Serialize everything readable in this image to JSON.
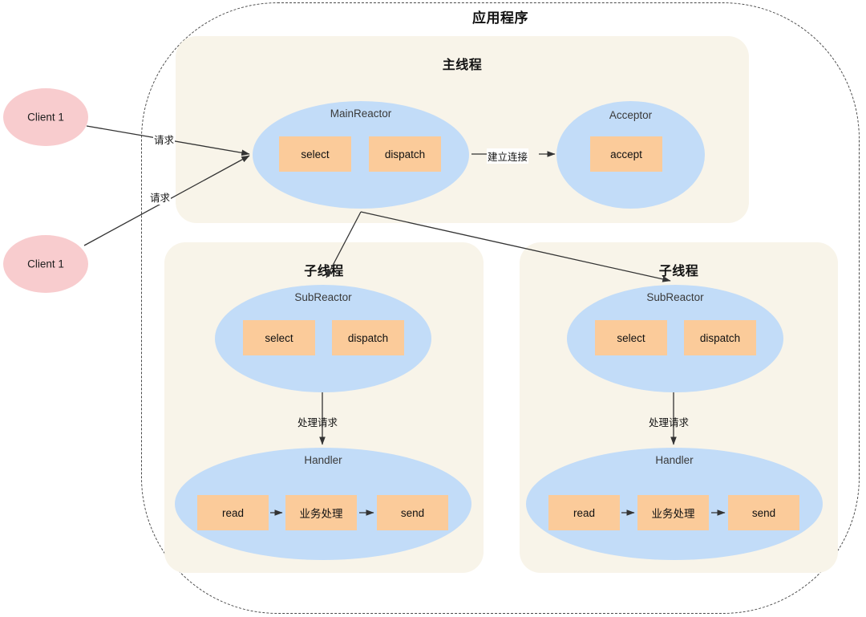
{
  "app": {
    "title": "应用程序"
  },
  "clients": [
    {
      "label": "Client 1"
    },
    {
      "label": "Client 1"
    }
  ],
  "edges": {
    "request_top": "请求",
    "request_bottom": "请求",
    "establish_connection": "建立连接",
    "handle_request_left": "处理请求",
    "handle_request_right": "处理请求"
  },
  "main_thread": {
    "title": "主线程",
    "main_reactor": {
      "label": "MainReactor",
      "boxes": [
        {
          "label": "select"
        },
        {
          "label": "dispatch"
        }
      ]
    },
    "acceptor": {
      "label": "Acceptor",
      "boxes": [
        {
          "label": "accept"
        }
      ]
    }
  },
  "sub_threads": [
    {
      "title": "子线程",
      "sub_reactor": {
        "label": "SubReactor",
        "boxes": [
          {
            "label": "select"
          },
          {
            "label": "dispatch"
          }
        ]
      },
      "handler": {
        "label": "Handler",
        "boxes": [
          {
            "label": "read"
          },
          {
            "label": "业务处理"
          },
          {
            "label": "send"
          }
        ]
      }
    },
    {
      "title": "子线程",
      "sub_reactor": {
        "label": "SubReactor",
        "boxes": [
          {
            "label": "select"
          },
          {
            "label": "dispatch"
          }
        ]
      },
      "handler": {
        "label": "Handler",
        "boxes": [
          {
            "label": "read"
          },
          {
            "label": "业务处理"
          },
          {
            "label": "send"
          }
        ]
      }
    }
  ],
  "colors": {
    "panel_bg": "#f8f4e9",
    "reactor_ellipse": "#c2dcf8",
    "client_ellipse": "#f8ccce",
    "box_fill": "#fbcb9a",
    "line": "#333333"
  }
}
